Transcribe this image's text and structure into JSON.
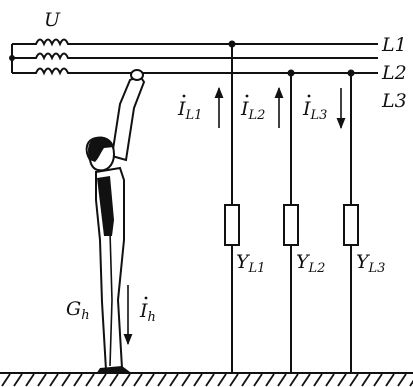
{
  "source_label": "U",
  "lines": [
    {
      "label": "L1"
    },
    {
      "label": "L2"
    },
    {
      "label": "L3"
    }
  ],
  "currents": [
    {
      "base": "I",
      "sub": "L1",
      "direction": "up"
    },
    {
      "base": "I",
      "sub": "L2",
      "direction": "up"
    },
    {
      "base": "I",
      "sub": "L3",
      "direction": "down"
    }
  ],
  "admittances": [
    {
      "base": "Y",
      "sub": "L1"
    },
    {
      "base": "Y",
      "sub": "L2"
    },
    {
      "base": "Y",
      "sub": "L3"
    }
  ],
  "human": {
    "conductance": {
      "base": "G",
      "sub": "h"
    },
    "current": {
      "base": "I",
      "sub": "h",
      "direction": "down"
    }
  }
}
